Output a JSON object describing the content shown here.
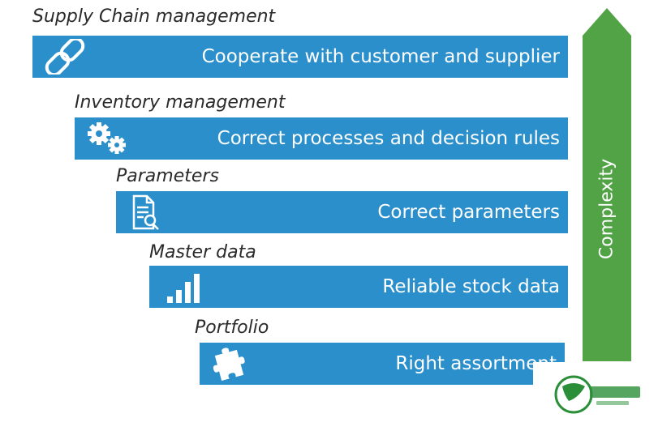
{
  "levels": [
    {
      "label": "Supply Chain management",
      "bar_text": "Cooperate with customer and supplier",
      "icon": "chain-link-icon"
    },
    {
      "label": "Inventory management",
      "bar_text": "Correct processes and decision rules",
      "icon": "gears-icon"
    },
    {
      "label": "Parameters",
      "bar_text": "Correct parameters",
      "icon": "document-search-icon"
    },
    {
      "label": "Master data",
      "bar_text": "Reliable stock data",
      "icon": "bar-chart-icon"
    },
    {
      "label": "Portfolio",
      "bar_text": "Right assortment",
      "icon": "puzzle-piece-icon"
    }
  ],
  "arrow": {
    "label": "Complexity"
  },
  "colors": {
    "bar": "#2b8fcc",
    "arrow": "#52a346",
    "text": "#ffffff"
  }
}
